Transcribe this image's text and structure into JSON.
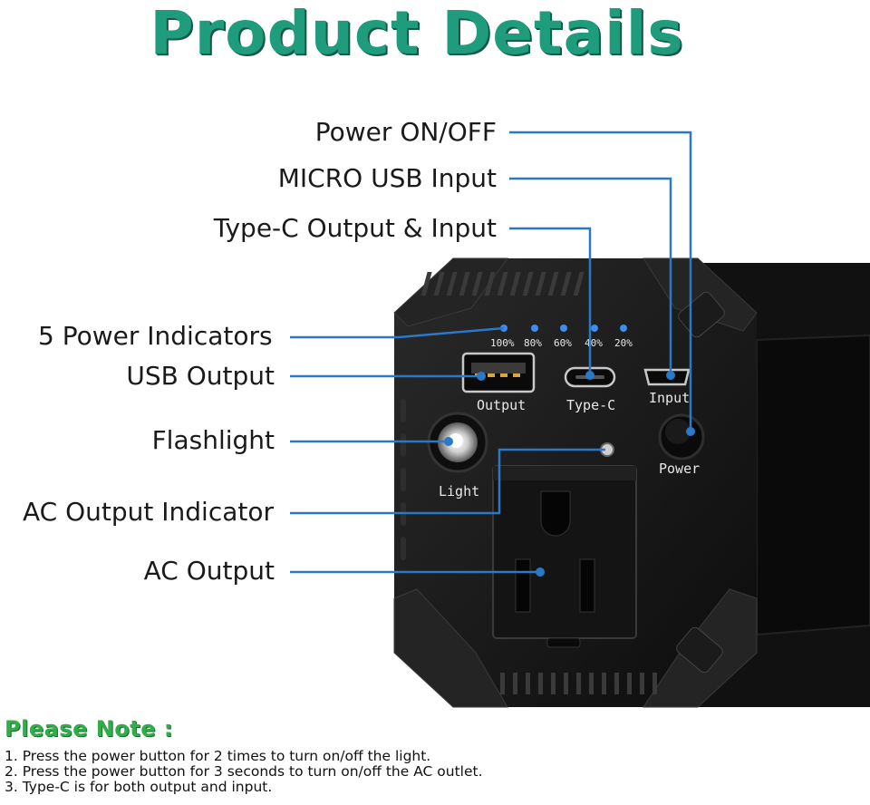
{
  "title": "Product Details",
  "callouts": {
    "power_on_off": "Power ON/OFF",
    "micro_usb_input": "MICRO USB Input",
    "type_c_output_input": "Type-C Output & Input",
    "power_indicators": "5 Power Indicators",
    "usb_output": "USB Output",
    "flashlight": "Flashlight",
    "ac_output_indicator": "AC Output Indicator",
    "ac_output": "AC Output"
  },
  "device_labels": {
    "indicator_levels": [
      "100%",
      "80%",
      "60%",
      "40%",
      "20%"
    ],
    "output": "Output",
    "type_c": "Type-C",
    "input": "Input",
    "power": "Power",
    "light": "Light"
  },
  "note": {
    "title": "Please Note :",
    "items": [
      "1. Press the power button for 2 times to turn on/off the light.",
      "2. Press the power button for 3 seconds to turn on/off the AC outlet.",
      "3. Type-C is for both output and input."
    ]
  },
  "colors": {
    "title": "#1f9c7c",
    "note_title": "#2fae4a",
    "callout_line": "#2a78c8",
    "device_body": "#161616"
  }
}
